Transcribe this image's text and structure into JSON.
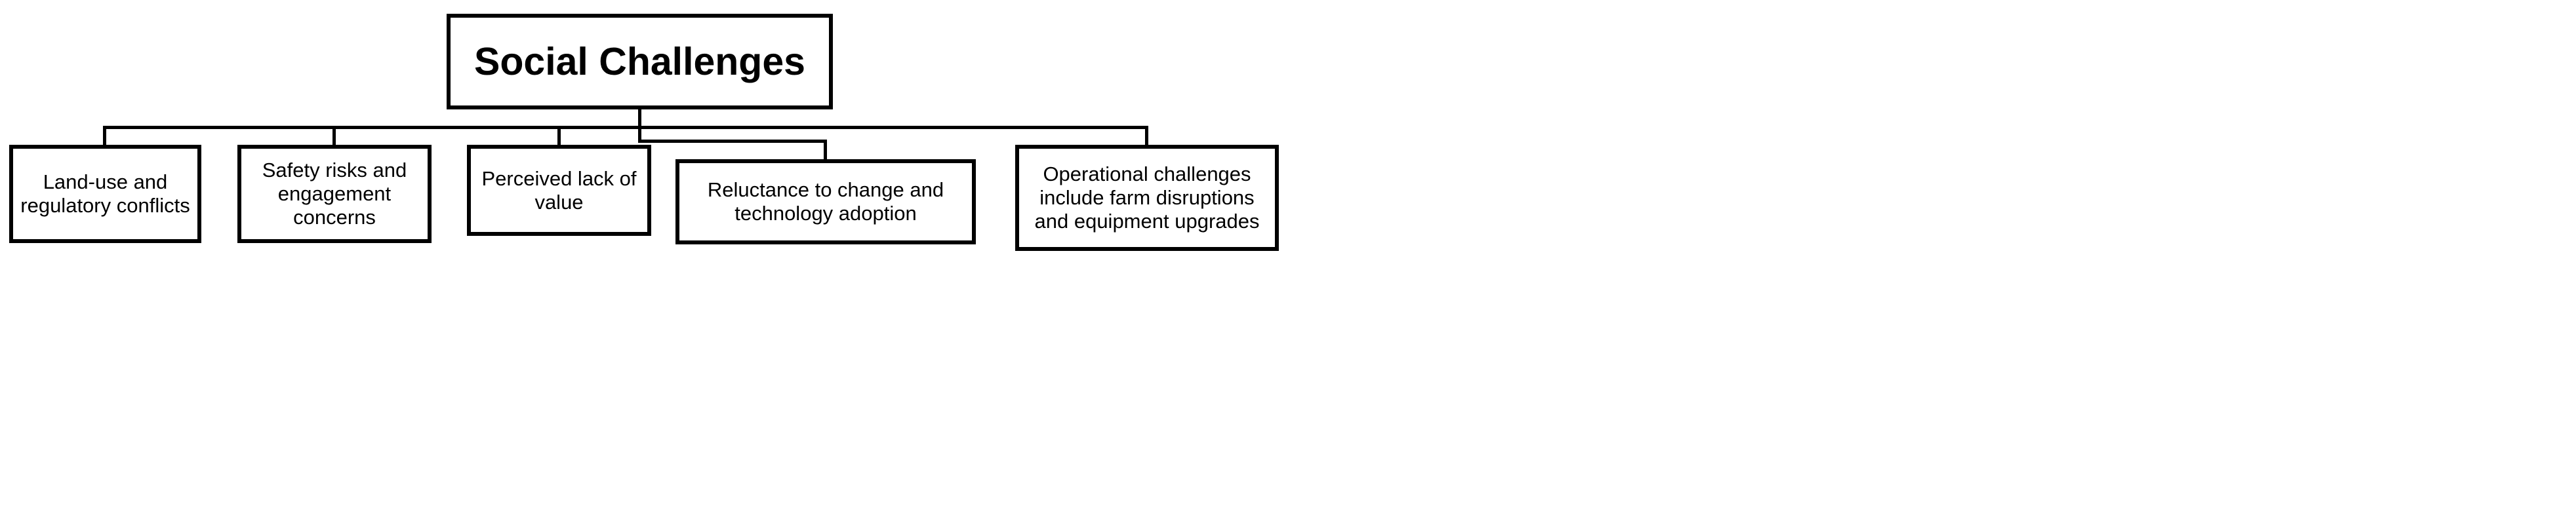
{
  "diagram": {
    "background_color": "#ffffff",
    "line_color": "#000000",
    "root": {
      "label": "Social Challenges"
    },
    "children": [
      {
        "id": "land-use",
        "lines": [
          "Land-use and",
          "regulatory conflicts"
        ]
      },
      {
        "id": "safety-risks",
        "lines": [
          "Safety risks and",
          "engagement",
          "concerns"
        ]
      },
      {
        "id": "perceived-lack",
        "lines": [
          "Perceived lack of",
          "value"
        ]
      },
      {
        "id": "reluctance",
        "lines": [
          "Reluctance to change and",
          "technology adoption"
        ]
      },
      {
        "id": "operational",
        "lines": [
          "Operational challenges",
          "include farm disruptions",
          "and equipment upgrades"
        ]
      }
    ]
  }
}
